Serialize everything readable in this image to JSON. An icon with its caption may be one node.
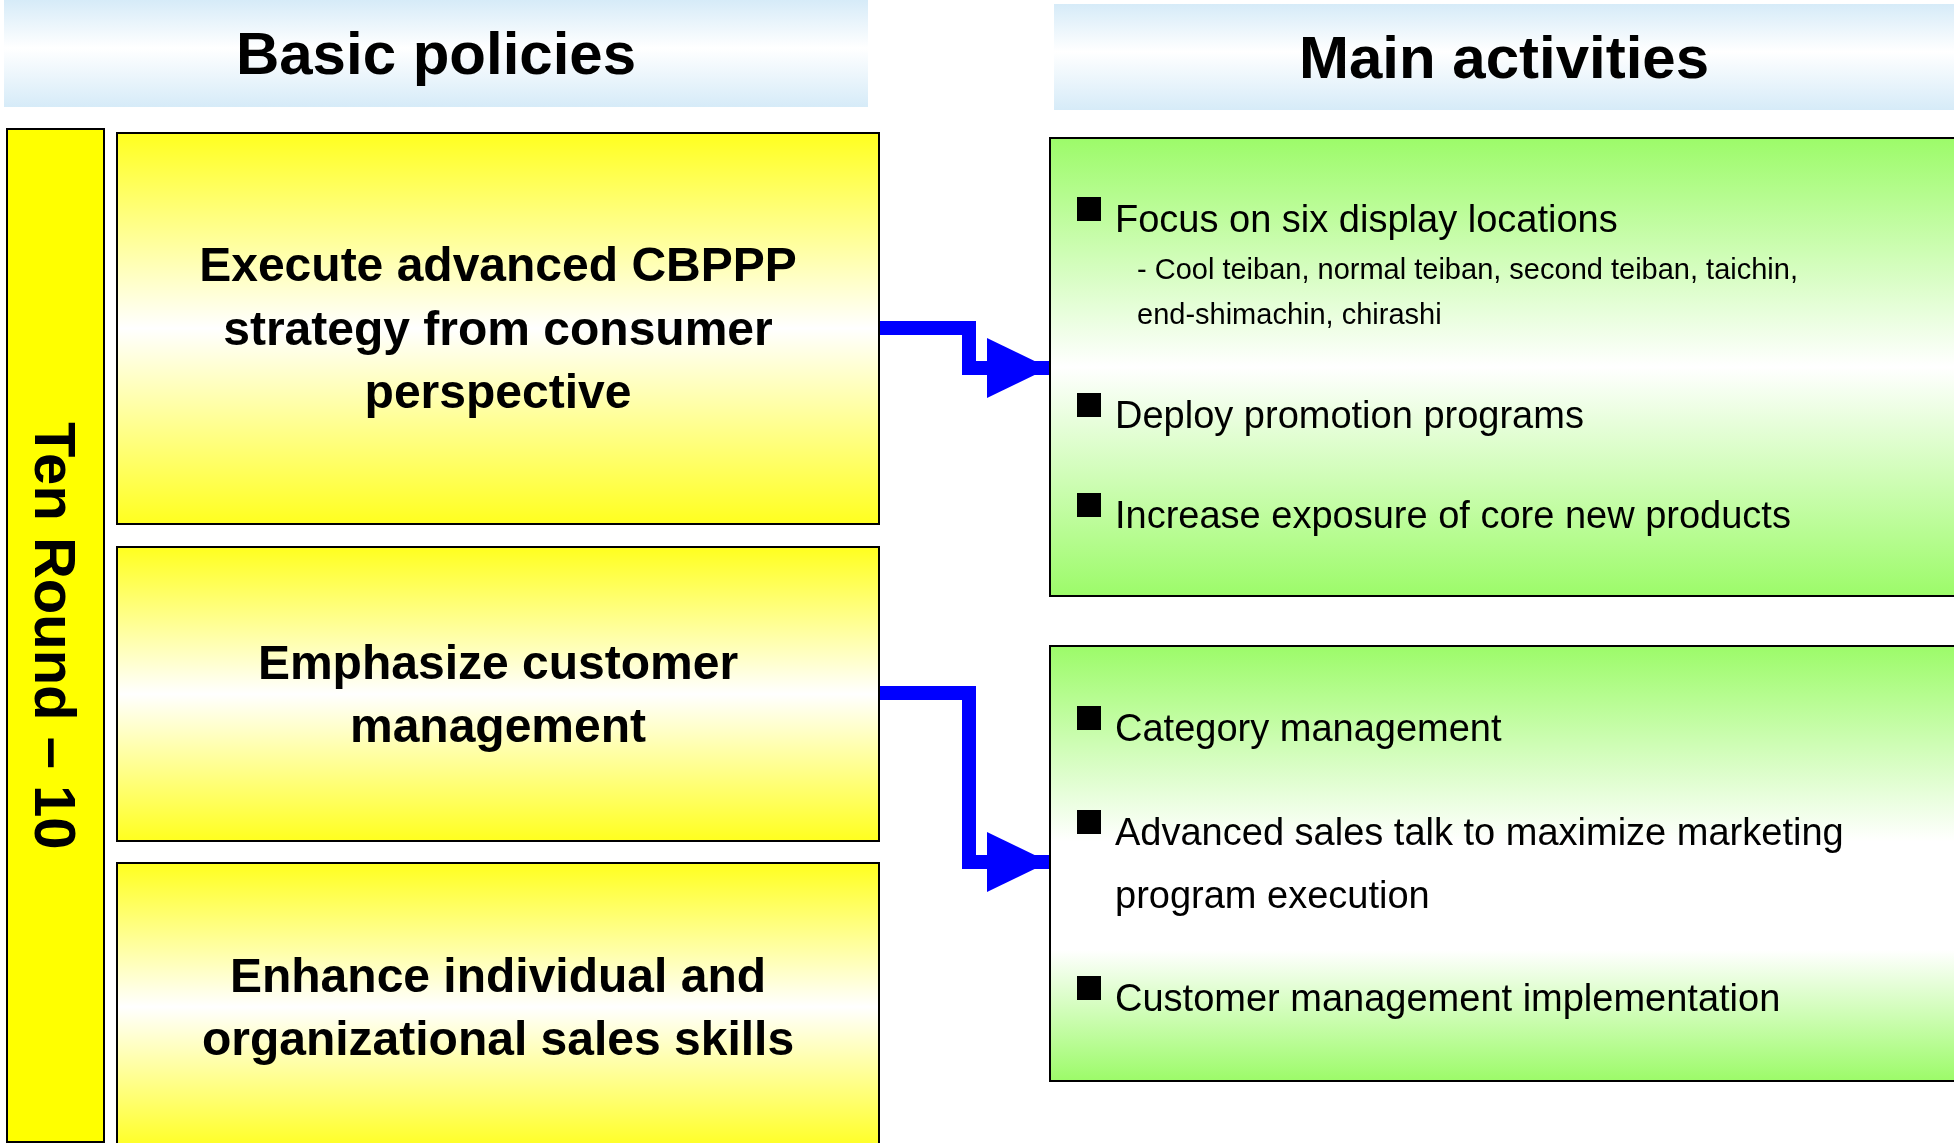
{
  "diagram": {
    "nodes": [
      {
        "text": [
          "Basic policies"
        ]
      },
      {
        "text": [
          "Main activities"
        ]
      },
      {
        "text": [
          "Ten Round – 10"
        ]
      },
      {
        "text": [
          "Execute advanced CBPPP strategy from consumer perspective"
        ]
      },
      {
        "text": [
          "Emphasize customer management"
        ]
      },
      {
        "text": [
          "Enhance individual and organizational sales skills"
        ]
      },
      {
        "text": [
          "Focus on six display locations",
          "- Cool teiban, normal teiban, second teiban, taichin, end-shimachin, chirashi",
          "Deploy promotion programs",
          "Increase exposure of core new products"
        ]
      },
      {
        "text": [
          "Category management",
          "Advanced sales talk to maximize marketing program execution",
          "Customer management implementation"
        ]
      }
    ],
    "edges": [
      {
        "from": 3,
        "to": 6,
        "arrow": "to",
        "color": "#0000ff"
      },
      {
        "from": 4,
        "to": 7,
        "arrow": "to",
        "color": "#0000ff"
      }
    ]
  }
}
